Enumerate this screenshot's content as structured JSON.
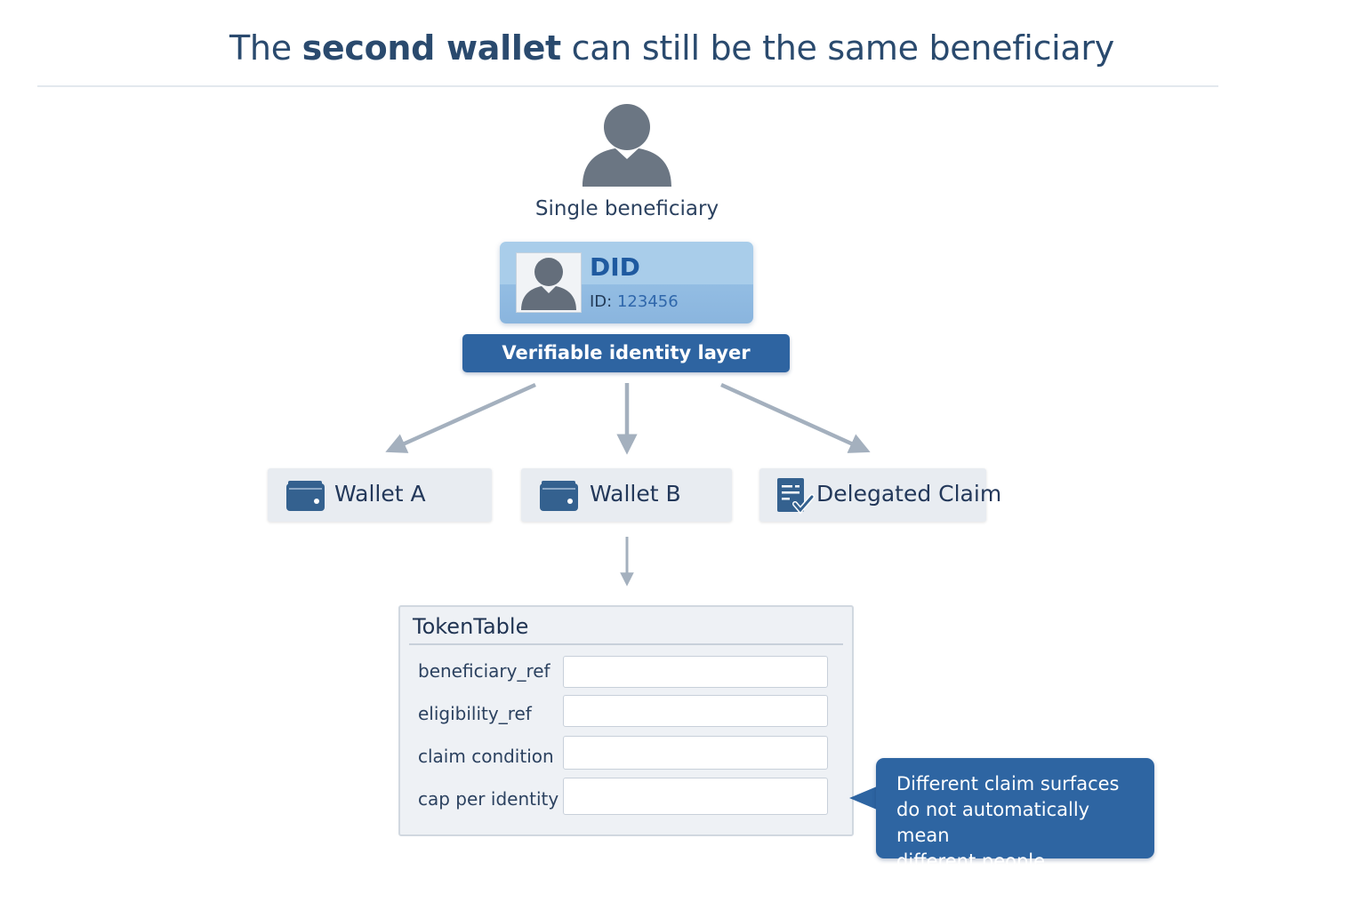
{
  "title": {
    "part1": "The ",
    "bold1": "second wallet",
    "part2": " can still be the ",
    "part3": "same beneficiary"
  },
  "beneficiary": {
    "icon": "person-icon",
    "label": "Single beneficiary"
  },
  "did_card": {
    "title": "DID",
    "id_label": "ID:",
    "id_value": "123456",
    "icon": "person-icon"
  },
  "identity_layer": {
    "label": "Verifiable identity layer"
  },
  "nodes": [
    {
      "label": "Wallet A",
      "icon": "wallet-icon"
    },
    {
      "label": "Wallet B",
      "icon": "wallet-icon"
    },
    {
      "label": "Delegated Claim",
      "icon": "document-check-icon"
    }
  ],
  "token_table": {
    "title": "TokenTable",
    "rows": [
      {
        "label": "beneficiary_ref",
        "value": ""
      },
      {
        "label": "eligibility_ref",
        "value": ""
      },
      {
        "label": "claim condition",
        "value": ""
      },
      {
        "label": "cap per identity",
        "value": ""
      }
    ]
  },
  "callout": {
    "line1": "Different claim surfaces",
    "line2": "do not automatically mean",
    "line3": "different people."
  },
  "colors": {
    "primary": "#2e64a1",
    "card_light": "#a9cdea",
    "node_bg": "#e8ecf1",
    "arrow": "#a4b0be",
    "icon": "#6b7683"
  }
}
